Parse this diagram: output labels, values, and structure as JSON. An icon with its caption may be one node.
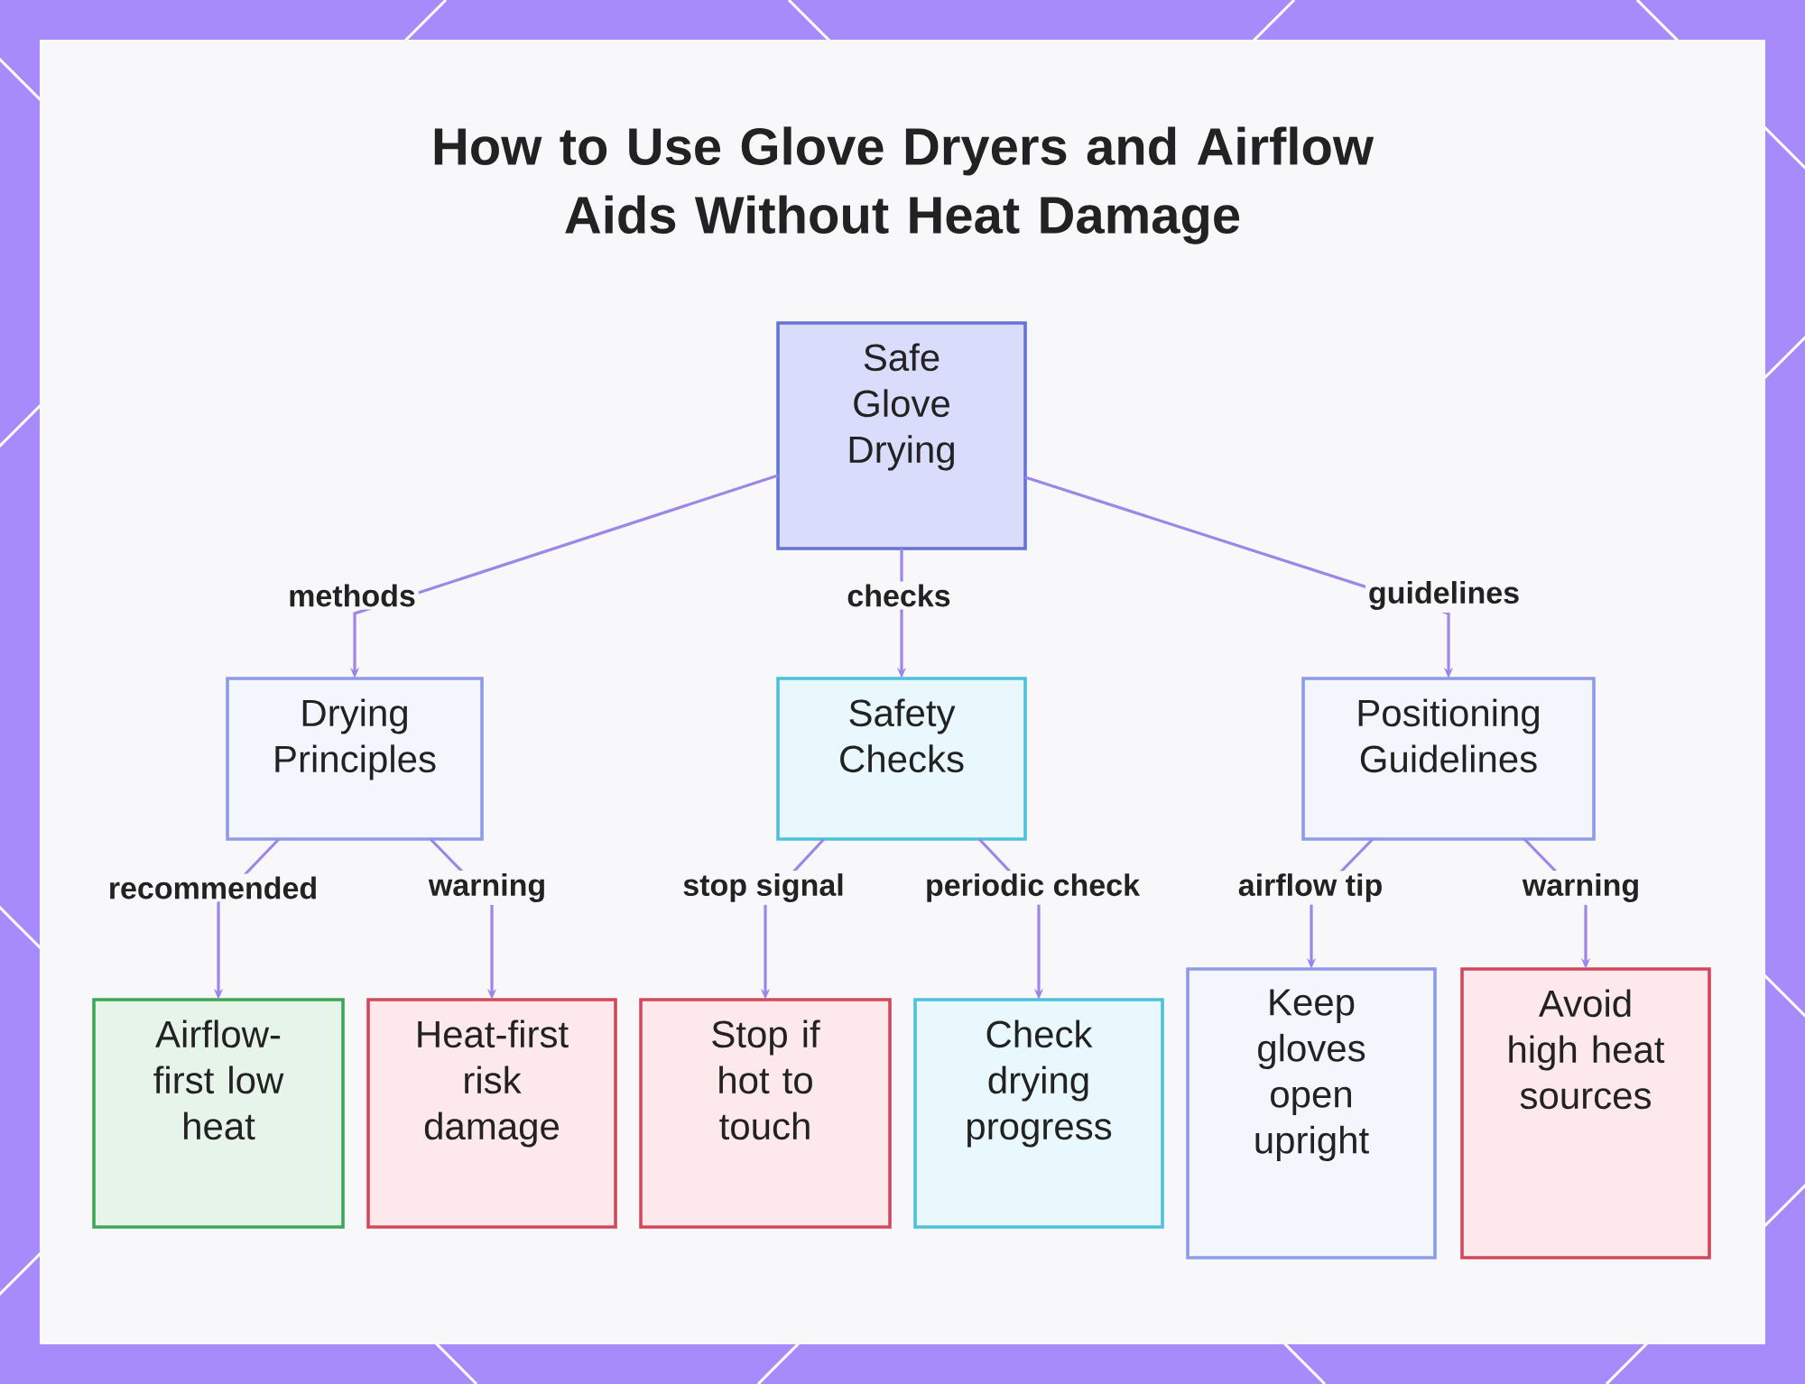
{
  "diagram": {
    "title": "How to Use Glove Dryers and Airflow Aids Without Heat Damage",
    "nodes": [
      {
        "text": [
          "Safe Glove Drying"
        ]
      },
      {
        "text": [
          "Drying Principles"
        ]
      },
      {
        "text": [
          "Safety Checks"
        ]
      },
      {
        "text": [
          "Positioning Guidelines"
        ]
      },
      {
        "text": [
          "Airflow-first low heat"
        ]
      },
      {
        "text": [
          "Heat-first risk damage"
        ]
      },
      {
        "text": [
          "Stop if hot to touch"
        ]
      },
      {
        "text": [
          "Check drying progress"
        ]
      },
      {
        "text": [
          "Keep gloves open upright"
        ]
      },
      {
        "text": [
          "Avoid high heat sources"
        ]
      }
    ],
    "edges": [
      {
        "from": 0,
        "to": 1,
        "arrow": "to",
        "label": "methods"
      },
      {
        "from": 0,
        "to": 2,
        "arrow": "to",
        "label": "checks"
      },
      {
        "from": 0,
        "to": 3,
        "arrow": "to",
        "label": "guidelines"
      },
      {
        "from": 1,
        "to": 4,
        "arrow": "to",
        "label": "recommended"
      },
      {
        "from": 1,
        "to": 5,
        "arrow": "to",
        "label": "warning"
      },
      {
        "from": 2,
        "to": 6,
        "arrow": "to",
        "label": "stop signal"
      },
      {
        "from": 2,
        "to": 7,
        "arrow": "to",
        "label": "periodic check"
      },
      {
        "from": 3,
        "to": 8,
        "arrow": "to",
        "label": "airflow tip"
      },
      {
        "from": 3,
        "to": 9,
        "arrow": "to",
        "label": "warning"
      }
    ]
  }
}
